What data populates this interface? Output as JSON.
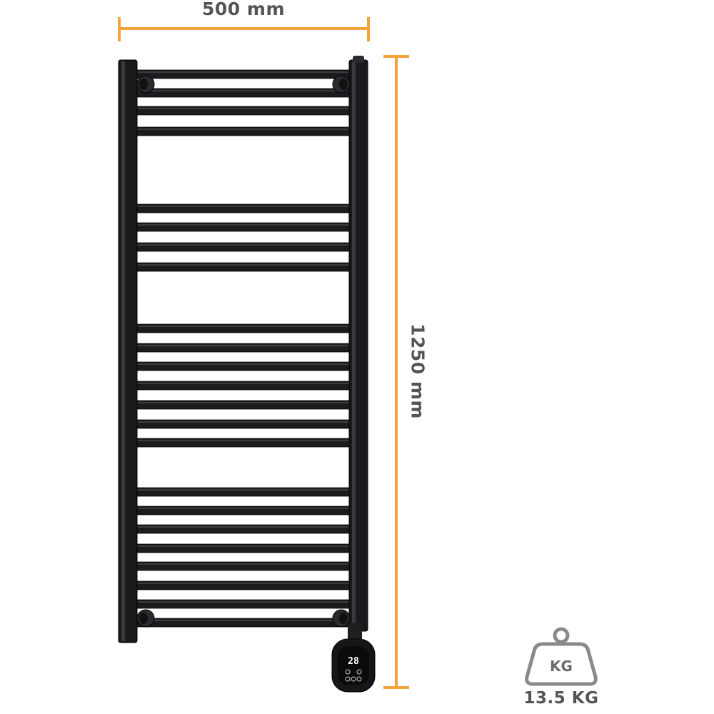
{
  "dimensions": {
    "width": "500 mm",
    "height": "1250 mm"
  },
  "weight": {
    "icon_text": "KG",
    "value": "13.5 KG"
  },
  "thermostat": {
    "display": "28"
  },
  "colors": {
    "accent": "#f2a33a",
    "radiator": "#1c1c1e",
    "text": "#555555",
    "weight_icon": "#8a8a8a"
  },
  "icons": {
    "weight": "weight-kg-icon"
  }
}
